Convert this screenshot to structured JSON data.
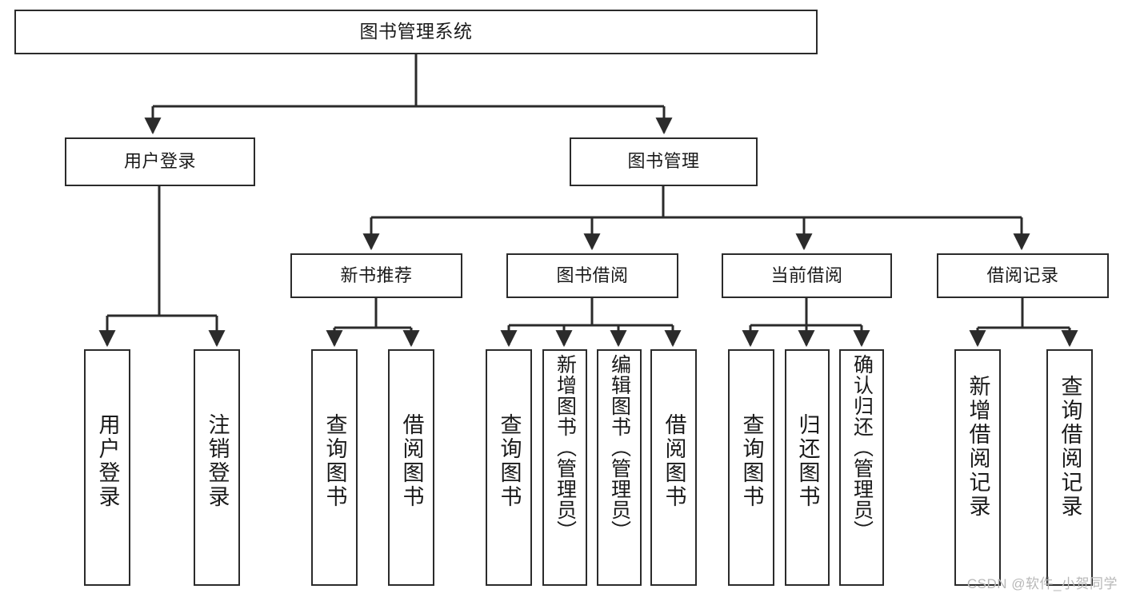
{
  "diagram": {
    "type": "hierarchy-tree",
    "title": "图书管理系统",
    "watermark": "CSDN @软件_小贺同学",
    "colors": {
      "box_border": "#2b2b2b",
      "box_fill": "#ffffff",
      "edge": "#2b2b2b",
      "text": "#1a1a1a",
      "watermark": "#b8b8b8",
      "background": "#ffffff"
    },
    "root": {
      "label": "图书管理系统"
    },
    "level2": [
      {
        "label": "用户登录"
      },
      {
        "label": "图书管理"
      }
    ],
    "level3": [
      {
        "label": "新书推荐"
      },
      {
        "label": "图书借阅"
      },
      {
        "label": "当前借阅"
      },
      {
        "label": "借阅记录"
      }
    ],
    "leaves": {
      "user_login": [
        {
          "label": "用户登录"
        },
        {
          "label": "注销登录"
        }
      ],
      "new_book_recommend": [
        {
          "label": "查询图书"
        },
        {
          "label": "借阅图书"
        }
      ],
      "book_borrow": [
        {
          "label": "查询图书"
        },
        {
          "label": "新增图书（管理员）"
        },
        {
          "label": "编辑图书（管理员）"
        },
        {
          "label": "借阅图书"
        }
      ],
      "current_borrow": [
        {
          "label": "查询图书"
        },
        {
          "label": "归还图书"
        },
        {
          "label": "确认归还（管理员）"
        }
      ],
      "borrow_record": [
        {
          "label": "新增借阅记录"
        },
        {
          "label": "查询借阅记录"
        }
      ]
    }
  }
}
